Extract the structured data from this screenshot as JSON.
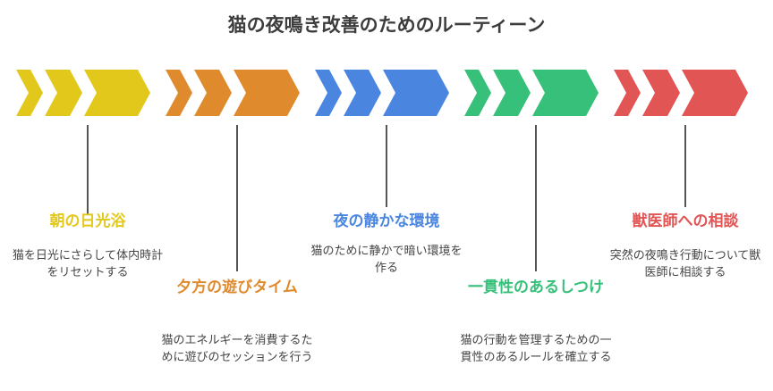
{
  "title": "猫の夜鳴き改善のためのルーティーン",
  "steps": [
    {
      "heading": "朝の日光浴",
      "desc": "猫を日光にさらして体内時計をリセットする",
      "color": "#e3c81c"
    },
    {
      "heading": "夕方の遊びタイム",
      "desc": "猫のエネルギーを消費するために遊びのセッションを行う",
      "color": "#e08a2e"
    },
    {
      "heading": "夜の静かな環境",
      "desc": "猫のために静かで暗い環境を作る",
      "color": "#4a86e0"
    },
    {
      "heading": "一貫性のあるしつけ",
      "desc": "猫の行動を管理するための一貫性のあるルールを確立する",
      "color": "#36c07a"
    },
    {
      "heading": "獣医師への相談",
      "desc": "突然の夜鳴き行動について獣医師に相談する",
      "color": "#e15555"
    }
  ]
}
